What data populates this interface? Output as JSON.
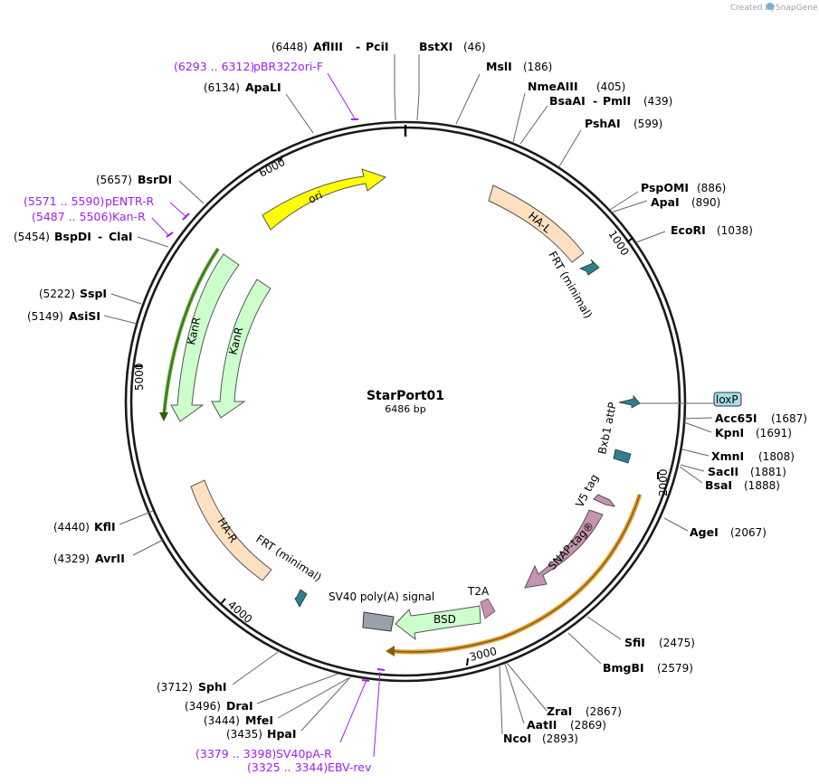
{
  "credit": {
    "prefix": "Created by",
    "brand": "SnapGene"
  },
  "plasmid": {
    "name": "StarPort01",
    "size_label": "6486 bp"
  },
  "ruler": [
    "1000",
    "2000",
    "3000",
    "4000",
    "5000",
    "6000"
  ],
  "sites": [
    {
      "pos": "(6448)",
      "name": "AflIII",
      "sep": "-",
      "name2": "PciI"
    },
    {
      "name": "BstXI",
      "pos": "(46)"
    },
    {
      "name": "MslI",
      "pos": "(186)"
    },
    {
      "name": "NmeAIII",
      "pos": "(405)"
    },
    {
      "name": "BsaAI",
      "sep": "-",
      "name2": "PmlI",
      "pos": "(439)"
    },
    {
      "name": "PshAI",
      "pos": "(599)"
    },
    {
      "name": "PspOMI",
      "pos": "(886)"
    },
    {
      "name": "ApaI",
      "pos": "(890)"
    },
    {
      "name": "EcoRI",
      "pos": "(1038)"
    },
    {
      "name": "Acc65I",
      "pos": "(1687)"
    },
    {
      "name": "KpnI",
      "pos": "(1691)"
    },
    {
      "name": "XmnI",
      "pos": "(1808)"
    },
    {
      "name": "SacII",
      "pos": "(1881)"
    },
    {
      "name": "BsaI",
      "pos": "(1888)"
    },
    {
      "name": "AgeI",
      "pos": "(2067)"
    },
    {
      "name": "SfiI",
      "pos": "(2475)"
    },
    {
      "name": "BmgBI",
      "pos": "(2579)"
    },
    {
      "name": "ZraI",
      "pos": "(2867)"
    },
    {
      "name": "AatII",
      "pos": "(2869)"
    },
    {
      "name": "NcoI",
      "pos": "(2893)"
    },
    {
      "pos": "(3712)",
      "name": "SphI"
    },
    {
      "pos": "(3496)",
      "name": "DraI"
    },
    {
      "pos": "(3444)",
      "name": "MfeI"
    },
    {
      "pos": "(3435)",
      "name": "HpaI"
    },
    {
      "pos": "(4440)",
      "name": "KflI"
    },
    {
      "pos": "(4329)",
      "name": "AvrII"
    },
    {
      "pos": "(5222)",
      "name": "SspI"
    },
    {
      "pos": "(5149)",
      "name": "AsiSI"
    },
    {
      "pos": "(5657)",
      "name": "BsrDI"
    },
    {
      "pos": "(5454)",
      "name": "BspDI",
      "sep": "-",
      "name2": "ClaI"
    },
    {
      "pos": "(6134)",
      "name": "ApaLI"
    }
  ],
  "primers": [
    {
      "range": "(6293 .. 6312)",
      "name": "pBR322ori-F"
    },
    {
      "range": "(5571 .. 5590)",
      "name": "pENTR-R"
    },
    {
      "range": "(5487 .. 5506)",
      "name": "Kan-R"
    },
    {
      "range": "(3379 .. 3398)",
      "name": "SV40pA-R"
    },
    {
      "range": "(3325 .. 3344)",
      "name": "EBV-rev"
    }
  ],
  "features": {
    "ori": "ori",
    "hal": "HA-L",
    "frt1": "FRT (minimal)",
    "loxp": "loxP",
    "bxb1": "Bxb1 attP",
    "v5": "V5 tag",
    "snap": "SNAP-tag®",
    "t2a": "T2A",
    "bsd": "BSD",
    "sv40": "SV40 poly(A) signal",
    "frt2": "FRT (minimal)",
    "har": "HA-R",
    "kanr1": "KanR",
    "kanr2": "KanR"
  },
  "colors": {
    "backbone": "#1a1a1a",
    "ori": "#ffff00",
    "homology_arm": "#ffe0c0",
    "frt": "#2e7f8f",
    "loxp": "#a8dfe6",
    "snap": "#c792b0",
    "bsd": "#ccffcc",
    "polya": "#9aa1aa",
    "kanr": "#ccffcc",
    "highlight_orange": "#e0a23a",
    "highlight_green": "#5aa02c",
    "primer": "#a020f0"
  }
}
